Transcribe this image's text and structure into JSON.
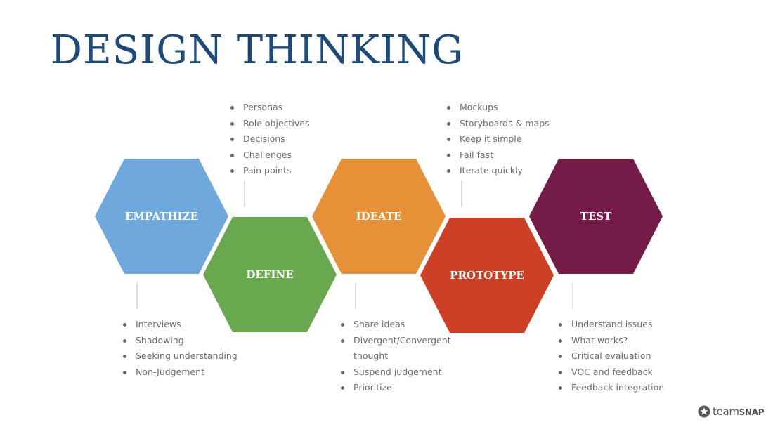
{
  "title": "DESIGN THINKING",
  "stages": [
    {
      "label": "EMPATHIZE",
      "color": "#6fa8dc",
      "items": [
        "Interviews",
        "Shadowing",
        "Seeking understanding",
        "Non-Judgement"
      ]
    },
    {
      "label": "DEFINE",
      "color": "#6aa84f",
      "items": [
        "Personas",
        "Role objectives",
        "Decisions",
        "Challenges",
        "Pain points"
      ]
    },
    {
      "label": "IDEATE",
      "color": "#e69138",
      "items": [
        "Share ideas",
        "Divergent/Convergent thought",
        "Suspend judgement",
        "Prioritize"
      ]
    },
    {
      "label": "PROTOTYPE",
      "color": "#cc4125",
      "items": [
        "Mockups",
        "Storyboards & maps",
        "Keep it simple",
        "Fail fast",
        "Iterate quickly"
      ]
    },
    {
      "label": "TEST",
      "color": "#741b47",
      "items": [
        "Understand issues",
        "What works?",
        "Critical evaluation",
        "VOC and feedback",
        "Feedback integration"
      ]
    }
  ],
  "logo": {
    "icon": "star-badge-icon",
    "text_light": "team",
    "text_bold": "SNAP"
  },
  "colors": {
    "title": "#1c4a7a",
    "bullet_text": "#6b6b6b",
    "connector": "#bdbdbd"
  }
}
